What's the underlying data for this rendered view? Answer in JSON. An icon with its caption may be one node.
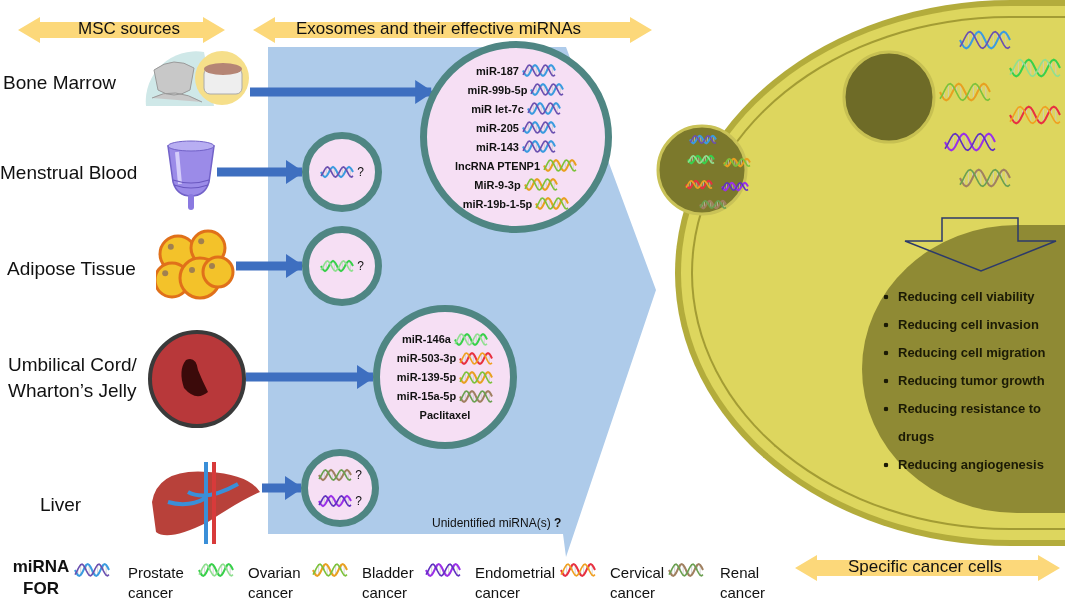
{
  "diagram": {
    "nodes": [
      {
        "text": [],
        "shape": "picture",
        "beside": [
          "Bone Marrow"
        ]
      },
      {
        "text": [],
        "shape": "picture",
        "beside": [
          "Menstrual Blood"
        ]
      },
      {
        "text": [],
        "shape": "picture",
        "beside": [
          "Adipose Tissue"
        ]
      },
      {
        "text": [],
        "shape": "picture",
        "beside": [
          "Umbilical Cord/ Wharton’s Jelly"
        ]
      },
      {
        "text": [],
        "shape": "picture",
        "beside": [
          "Liver"
        ]
      },
      {
        "text": [
          "miR-187",
          "miR-99b-5p",
          "miR let-7c",
          "miR-205",
          "miR-143",
          "lncRNA PTENP1",
          "MiR-9-3p",
          "miR-19b-1-5p"
        ]
      },
      {
        "text": [
          "?"
        ]
      },
      {
        "text": [
          "?"
        ]
      },
      {
        "text": [
          "miR-146a",
          "miR-503-3p",
          "miR-139-5p",
          "miR-15a-5p",
          "Paclitaxel"
        ]
      },
      {
        "text": [
          "?",
          "?"
        ]
      },
      {
        "text": [],
        "shape": "circle"
      },
      {
        "text": [
          "Reducing cell viability",
          "Reducing cell invasion",
          "Reducing cell migration",
          "Reducing tumor growth",
          "Reducing resistance to drugs",
          "Reducing angiogenesis"
        ],
        "in": 10
      }
    ],
    "edges": [
      {
        "from": 0,
        "to": 5,
        "arrow": "to"
      },
      {
        "from": 1,
        "to": 6,
        "arrow": "to"
      },
      {
        "from": 2,
        "to": 7,
        "arrow": "to"
      },
      {
        "from": 3,
        "to": 8,
        "arrow": "to"
      },
      {
        "from": 4,
        "to": 9,
        "arrow": "to"
      }
    ],
    "labels": [
      "MSC sources",
      "Exosomes and their effective miRNAs",
      "Unidentified miRNA(s) **?**",
      "miRNA FOR",
      "Specific cancer cells"
    ],
    "legend": [
      {
        "text": "Prostate cancer"
      },
      {
        "text": "Ovarian cancer"
      },
      {
        "text": "Bladder cancer"
      },
      {
        "text": "Endometrial cancer"
      },
      {
        "text": "Cervical cancer"
      },
      {
        "text": "Renal cancer"
      }
    ]
  }
}
